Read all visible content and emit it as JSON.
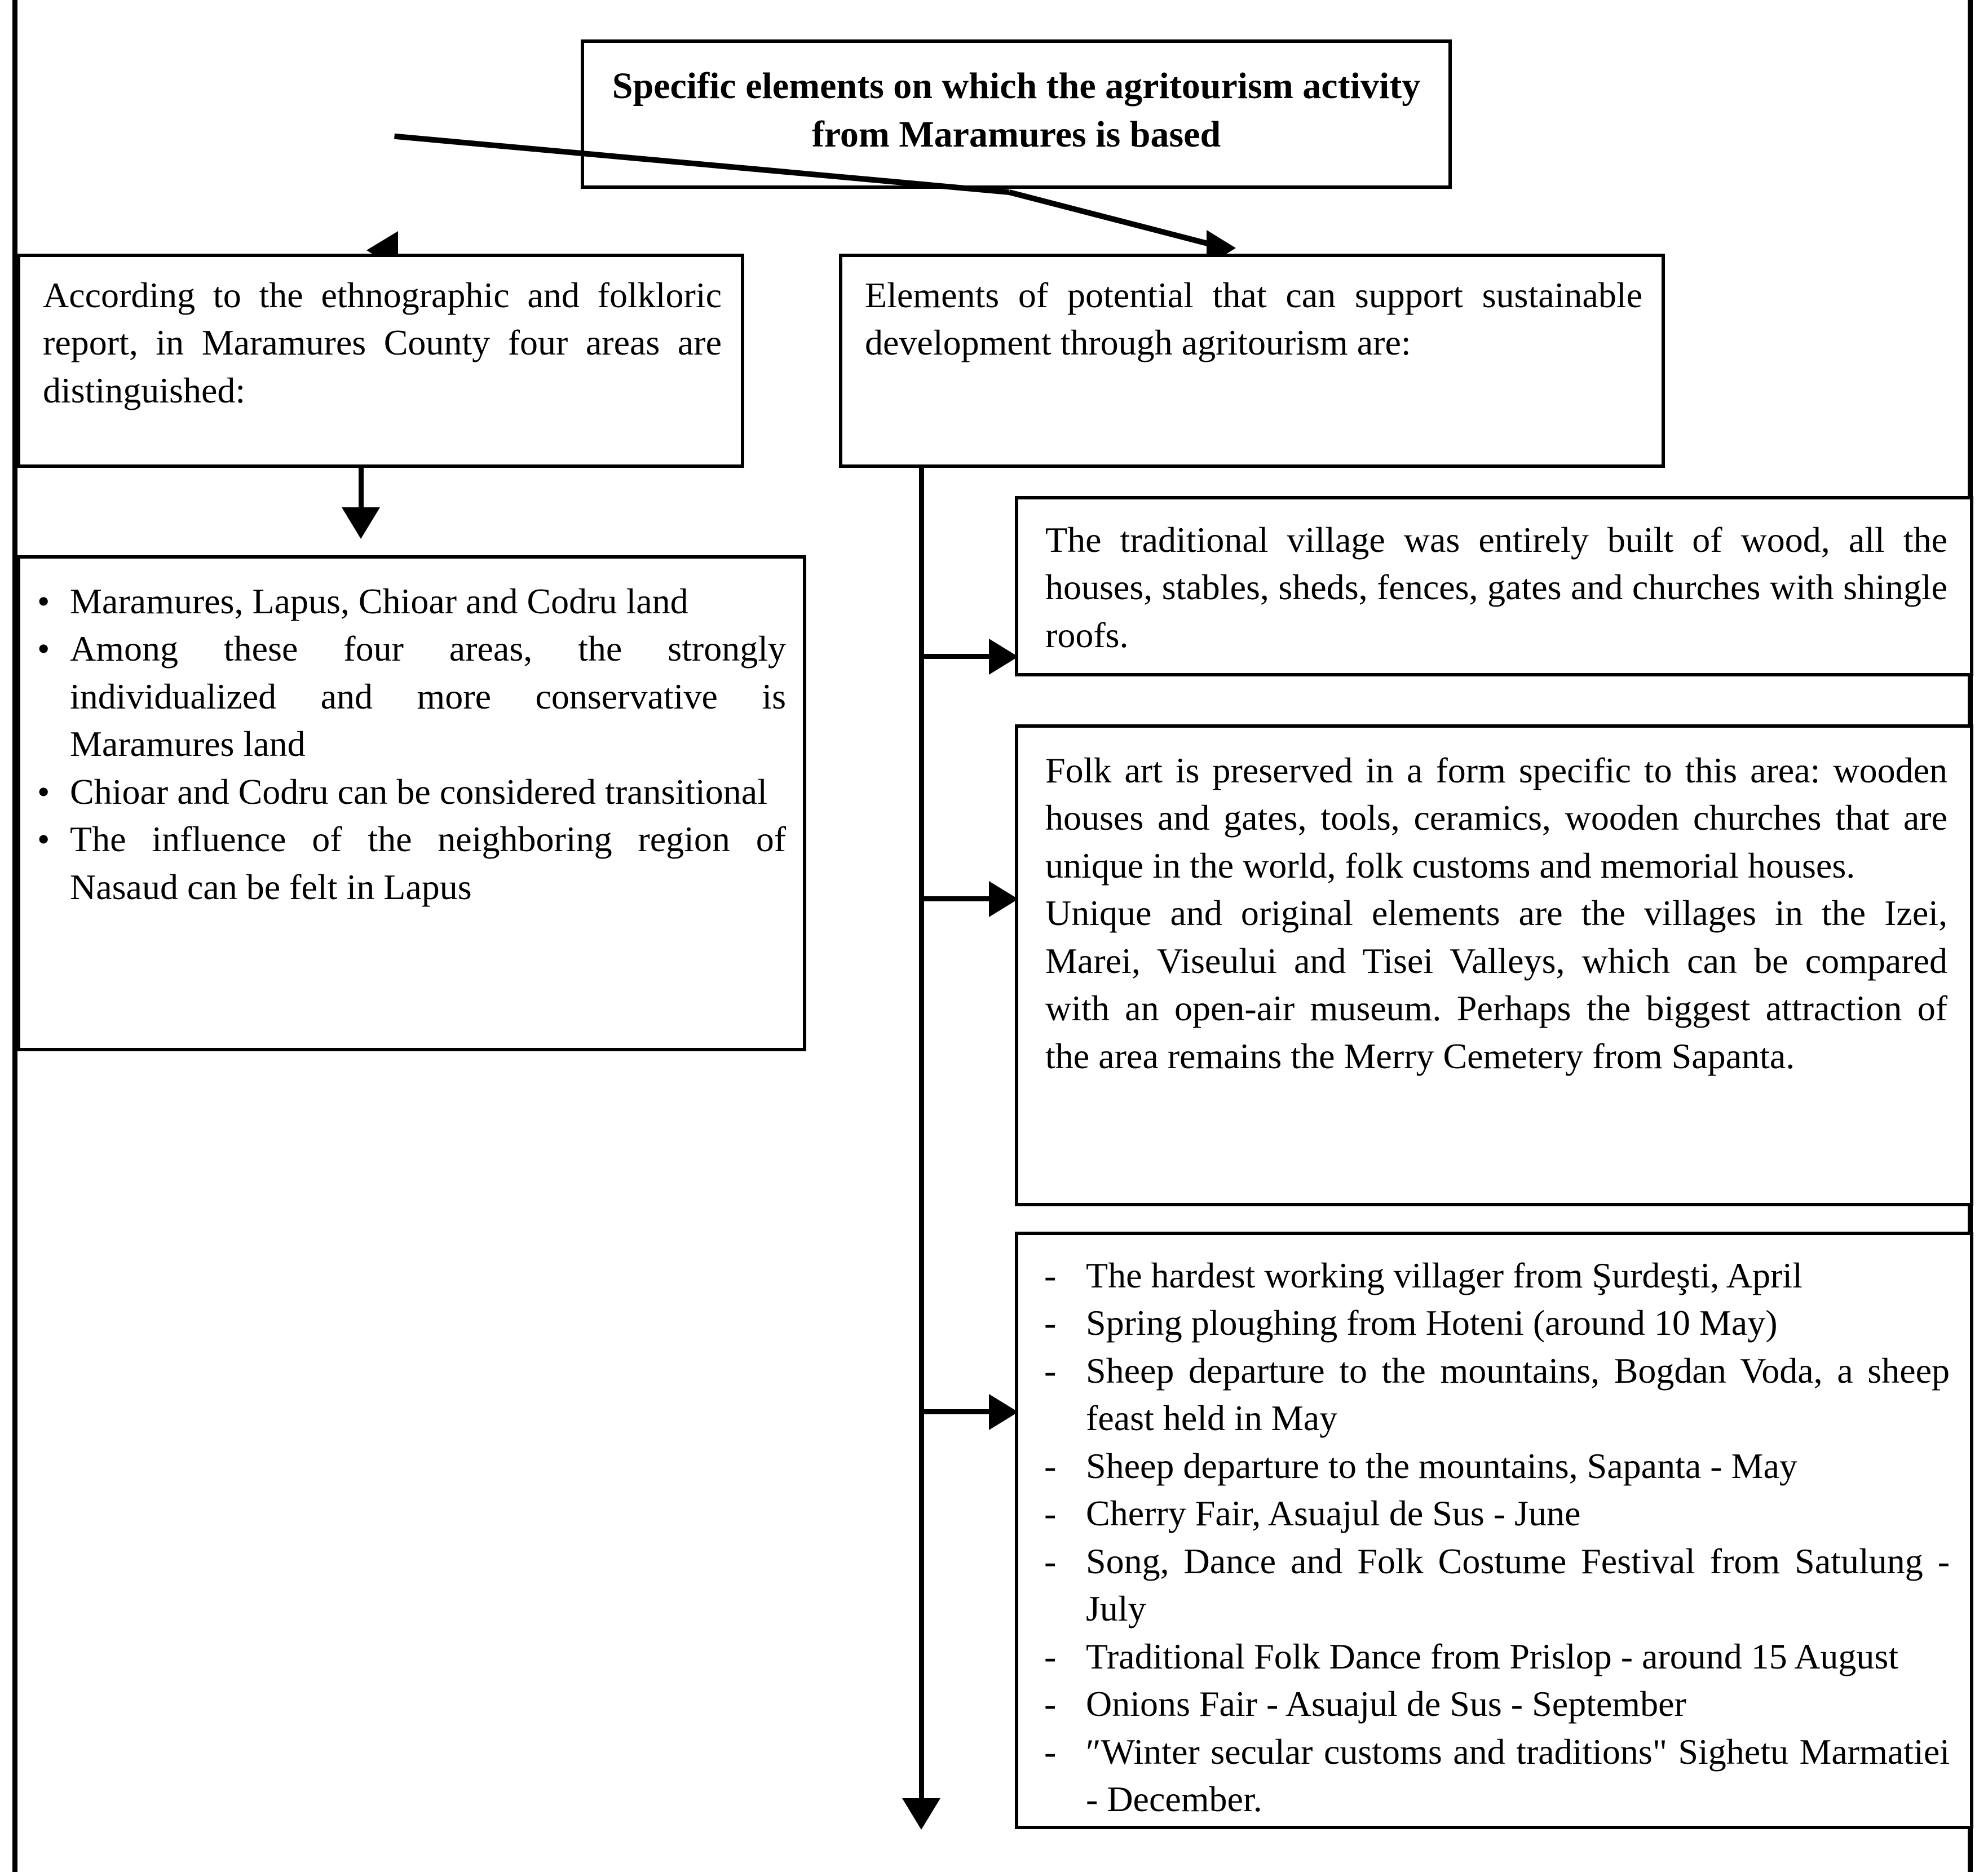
{
  "diagram": {
    "title_box": {
      "text": "Specific elements on which the agritourism activity from Maramures is based"
    },
    "branch_left": {
      "text": "According to the ethnographic and folkloric report, in Maramures County four areas are distinguished:"
    },
    "branch_right": {
      "text": "Elements of potential that can support sustainable development through agritourism are:"
    },
    "areas_box": {
      "bullets": [
        "Maramures, Lapus, Chioar and Codru land",
        "Among these four areas, the strongly individualized and more conservative is Maramures land",
        "Chioar and Codru can be considered transitional",
        "The influence of the neighboring region of Nasaud can be felt in Lapus"
      ]
    },
    "village_box": {
      "text": "The traditional village was entirely built of wood, all the houses, stables, sheds, fences, gates and churches with shingle roofs."
    },
    "folkart_box": {
      "paragraph_1": "Folk art is preserved in a form specific to this area: wooden houses and gates, tools, ceramics, wooden churches that are unique in the world, folk customs and memorial houses.",
      "paragraph_2": "Unique and original elements are the villages in the Izei, Marei, Viseului and Tisei Valleys, which can be compared with an open-air museum. Perhaps the biggest attraction of the area remains the Merry Cemetery from Sapanta."
    },
    "events_box": {
      "items": [
        "The hardest working villager from Şurdeşti, April",
        "Spring ploughing from Hoteni (around 10 May)",
        "Sheep departure to the mountains, Bogdan Voda, a sheep feast held in May",
        "Sheep departure to the mountains, Sapanta - May",
        "Cherry Fair, Asuajul de Sus - June",
        "Song, Dance and Folk Costume Festival from Satulung - July",
        "Traditional Folk Dance from Prislop - around 15 August",
        "Onions Fair - Asuajul de Sus - September",
        "″Winter secular customs and traditions\" Sighetu Marmatiei - December."
      ]
    },
    "colors": {
      "ink": "#000000",
      "paper": "#ffffff"
    }
  }
}
